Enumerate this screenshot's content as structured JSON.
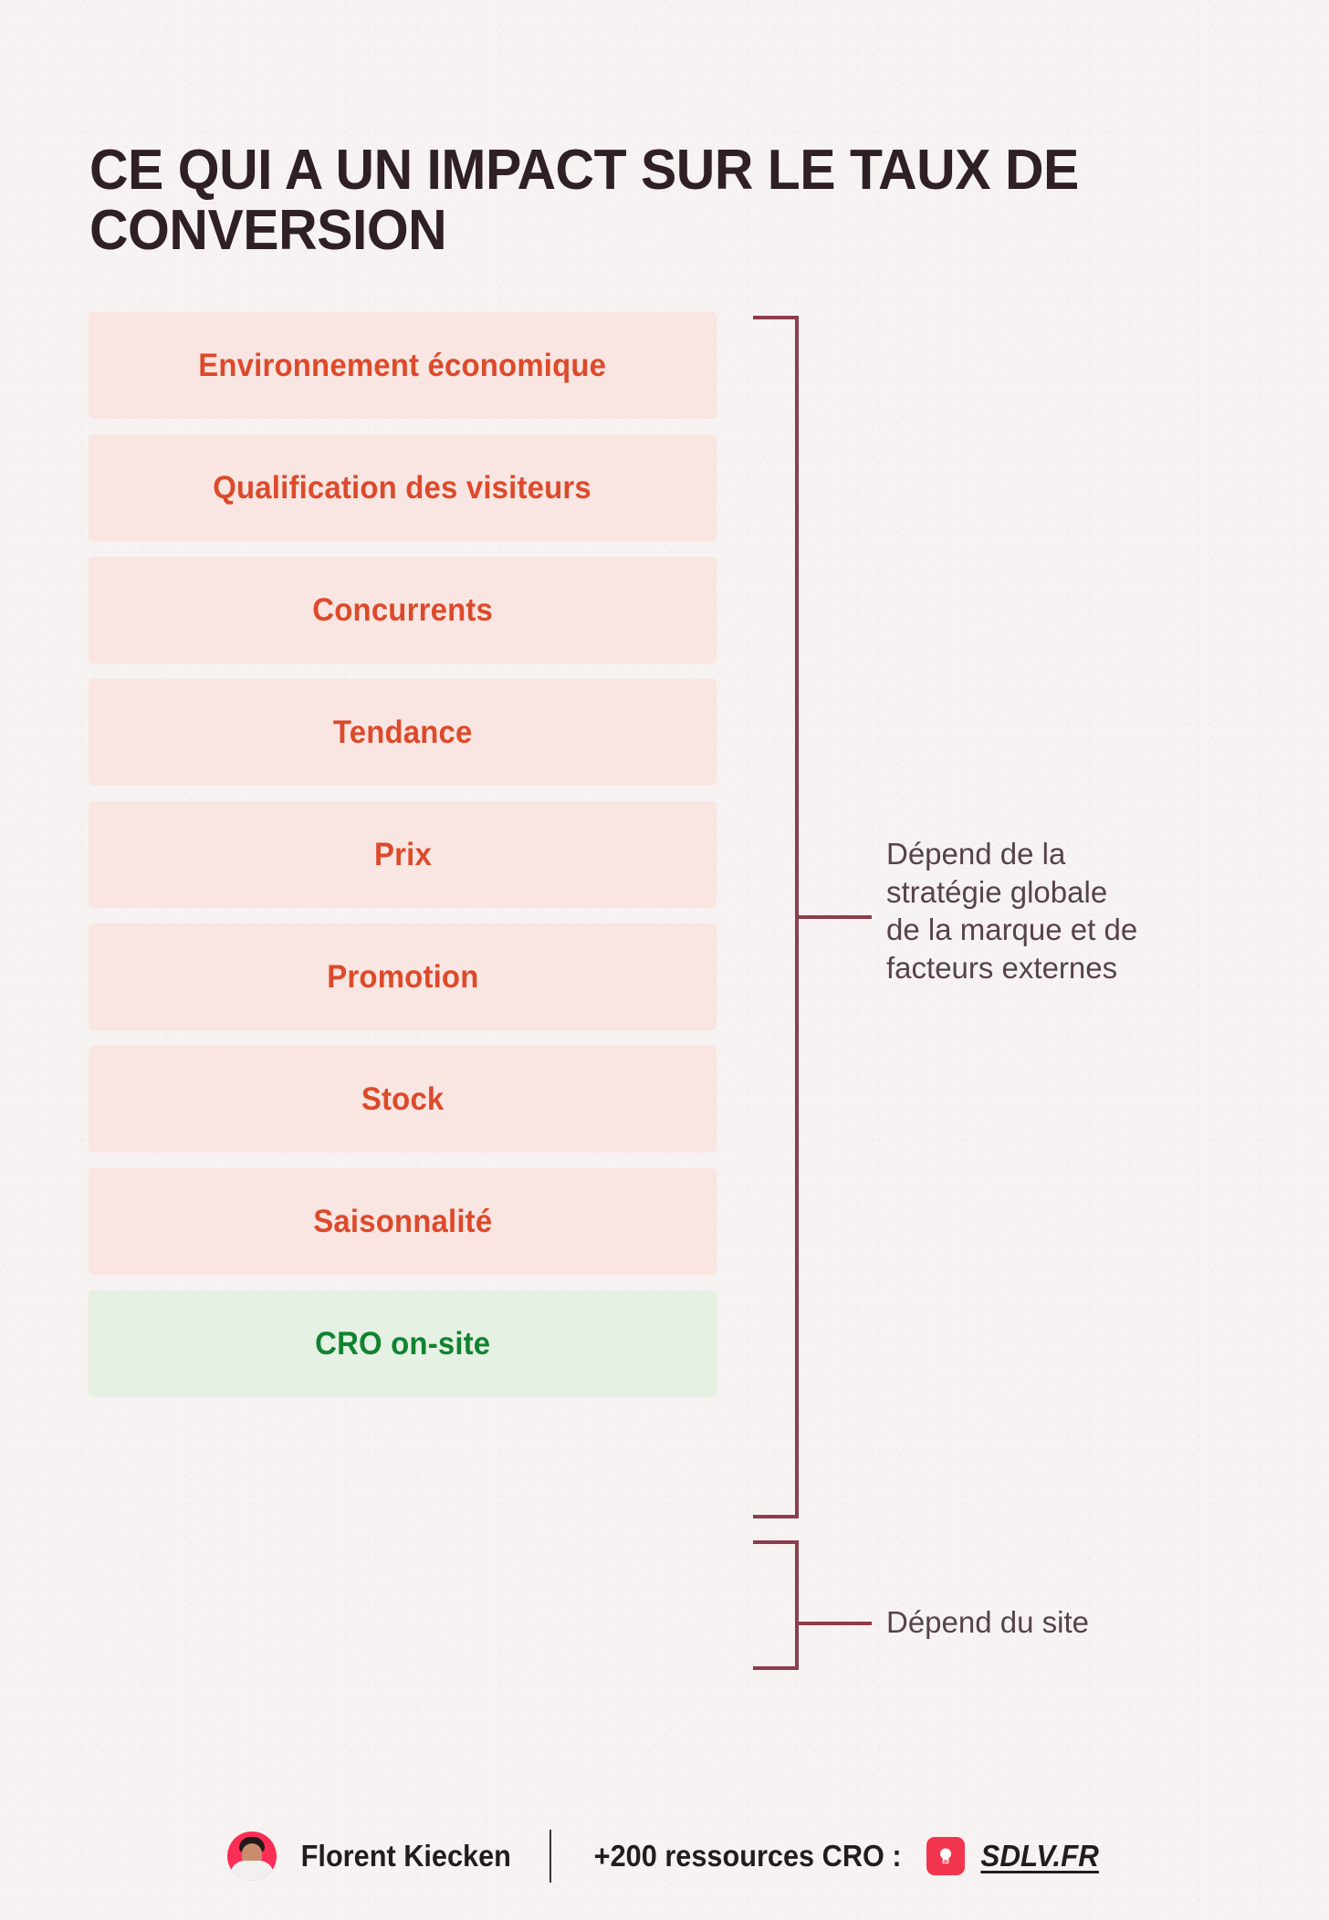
{
  "page": {
    "background_color": "#f7f3f2",
    "title": "CE QUI A UN IMPACT SUR LE TAUX DE\nCONVERSION",
    "title_color": "#2e2024"
  },
  "colors": {
    "pink_box_bg": "#f9e5e1",
    "pink_box_text": "#dc4a2b",
    "green_box_bg": "#e5f1e2",
    "green_box_text": "#108331",
    "bracket_line": "#8d3d4b",
    "annotation_text": "#56434a",
    "footer_text": "#231c1e",
    "avatar_bg": "#fc2d55",
    "logo_bg": "#f2354f"
  },
  "chart_data": {
    "type": "table",
    "title": "CE QUI A UN IMPACT SUR LE TAUX DE CONVERSION",
    "categories": [
      "Environnement économique",
      "Qualification des visiteurs",
      "Concurrents",
      "Tendance",
      "Prix",
      "Promotion",
      "Stock",
      "Saisonnalité",
      "CRO on-site"
    ],
    "groups": [
      {
        "label": "Dépend de la stratégie globale de la marque et de facteurs externes",
        "members": [
          "Environnement économique",
          "Qualification des visiteurs",
          "Concurrents",
          "Tendance",
          "Prix",
          "Promotion",
          "Stock",
          "Saisonnalité"
        ],
        "color": "#dc4a2b"
      },
      {
        "label": "Dépend du site",
        "members": [
          "CRO on-site"
        ],
        "color": "#108331"
      }
    ],
    "legend": "position: right, bracket-linked"
  },
  "factors": [
    {
      "label": "Environnement économique",
      "group": "external"
    },
    {
      "label": "Qualification des visiteurs",
      "group": "external"
    },
    {
      "label": "Concurrents",
      "group": "external"
    },
    {
      "label": "Tendance",
      "group": "external"
    },
    {
      "label": "Prix",
      "group": "external"
    },
    {
      "label": "Promotion",
      "group": "external"
    },
    {
      "label": "Stock",
      "group": "external"
    },
    {
      "label": "Saisonnalité",
      "group": "external"
    },
    {
      "label": "CRO on-site",
      "group": "site"
    }
  ],
  "annotations": {
    "external": "Dépend de la\nstratégie globale\nde la marque et de\nfacteurs externes",
    "site": "Dépend du site"
  },
  "footer": {
    "author_name": "Florent Kiecken",
    "cta": "+200 ressources CRO :",
    "url": "SDLV.FR",
    "avatar_icon": "avatar-photo",
    "logo_icon": "lightbulb-icon"
  }
}
